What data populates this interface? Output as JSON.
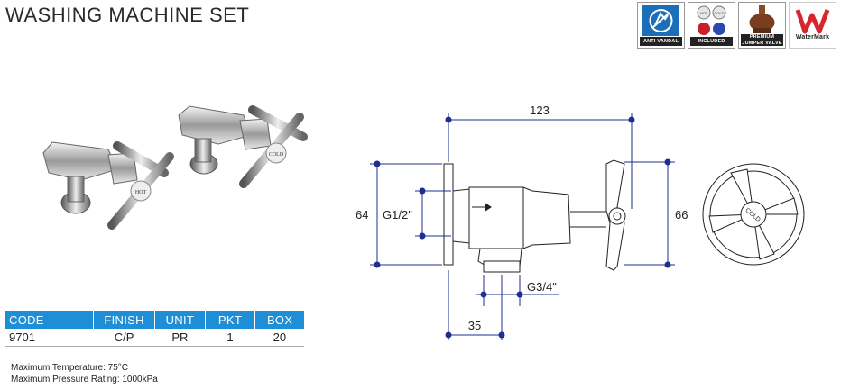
{
  "title": "WASHING MACHINE SET",
  "badges": [
    {
      "caption": "ANTI VANDAL",
      "icon": "anti-vandal-icon"
    },
    {
      "caption": "INCLUDED",
      "icon": "hot-cold-indicators-icon",
      "dots": [
        "HOT",
        "COLD"
      ]
    },
    {
      "caption": "PREMIUM JUMPER VALVE",
      "icon": "jumper-valve-icon"
    },
    {
      "caption": "WaterMark",
      "icon": "watermark-logo-icon"
    }
  ],
  "product_labels": {
    "hot": "HOT",
    "cold": "COLD"
  },
  "dimensions": {
    "overall_length": "123",
    "plate_height": "64",
    "inlet_thread": "G1/2″",
    "handle_height": "66",
    "outlet_thread": "G3/4″",
    "outlet_offset": "35",
    "end_view_label": "COLD"
  },
  "table": {
    "headers": [
      "CODE",
      "FINISH",
      "UNIT",
      "PKT",
      "BOX"
    ],
    "rows": [
      [
        "9701",
        "C/P",
        "PR",
        "1",
        "20"
      ]
    ]
  },
  "notes": [
    "Maximum Temperature: 75°C",
    "Maximum Pressure Rating: 1000kPa"
  ],
  "colors": {
    "header_blue": "#1e8fd6",
    "badge_blue": "#1b6fb8",
    "watermark_red": "#d8262c",
    "dimension_blue": "#1d2f8f"
  }
}
